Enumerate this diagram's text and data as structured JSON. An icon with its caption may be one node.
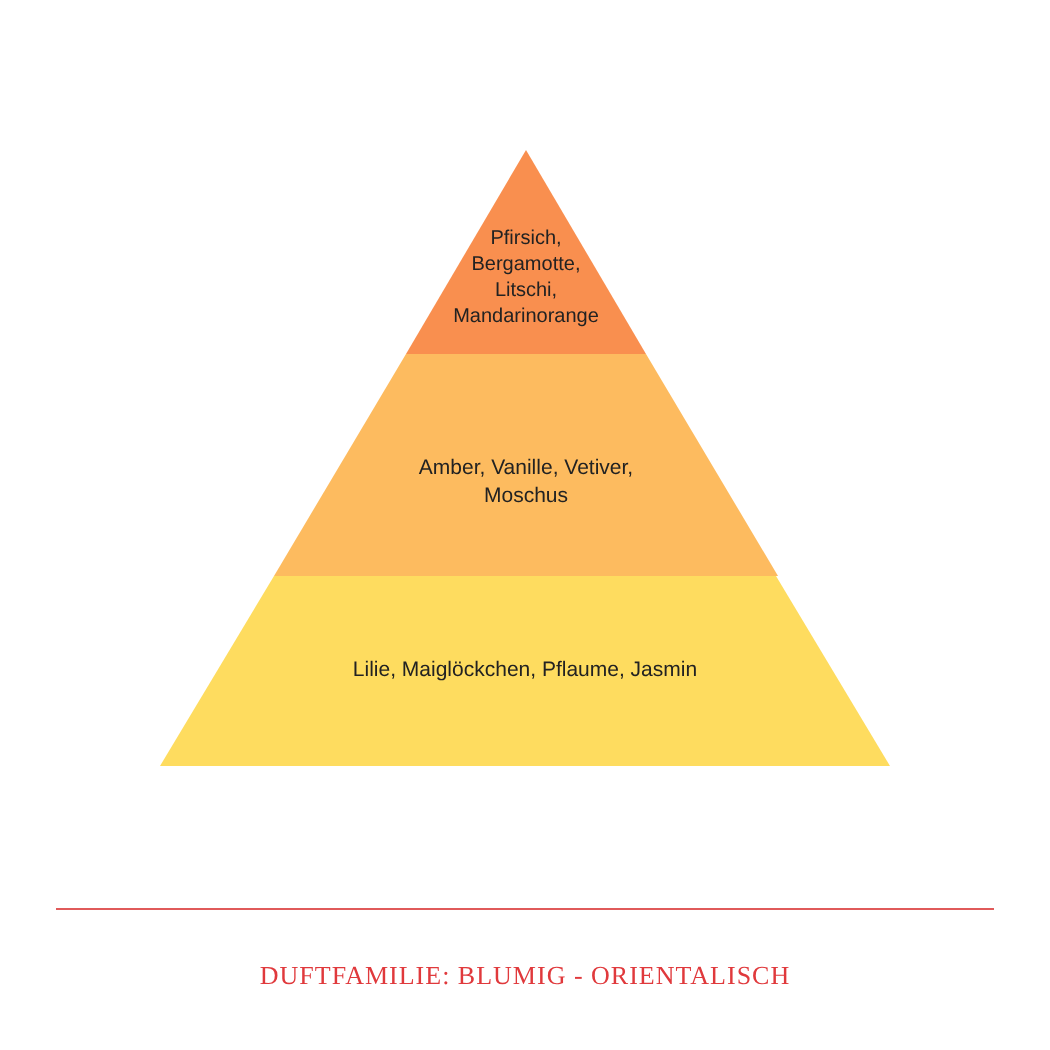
{
  "diagram": {
    "caption": "DUFTFAMILIE: BLUMIG - ORIENTALISCH",
    "nodes": [
      {
        "text": [
          "Pfirsich, Bergamotte, Litschi, Mandarinorange"
        ]
      },
      {
        "text": [
          "Amber, Vanille, Vetiver, Moschus"
        ]
      },
      {
        "text": [
          "Lilie, Maiglöckchen, Pflaume, Jasmin"
        ]
      }
    ]
  }
}
